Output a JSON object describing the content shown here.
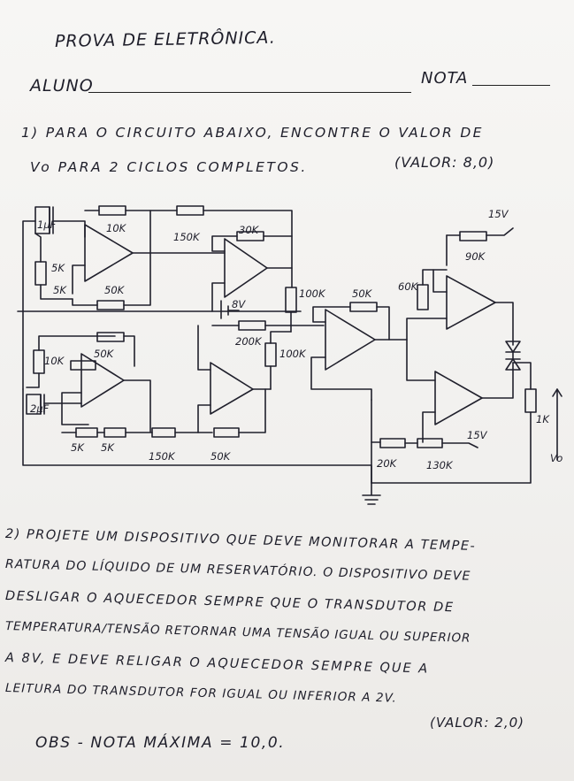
{
  "header": {
    "title": "PROVA DE ELETRÔNICA.",
    "student_label": "ALUNO",
    "grade_label": "NOTA"
  },
  "question1": {
    "line1": "1) PARA O CIRCUITO ABAIXO, ENCONTRE O VALOR DE",
    "line2": "Vo PARA 2 CICLOS COMPLETOS.",
    "value": "(VALOR: 8,0)"
  },
  "circuit": {
    "labels": {
      "c1": "1μF",
      "r_10k_top": "10K",
      "r_150k_a": "150K",
      "r_30k": "30K",
      "r_5k_a": "5K",
      "r_5k_b": "5K",
      "r_50k_a": "50K",
      "r_100k_a": "100K",
      "r_50k_b": "50K",
      "r_60k": "60K",
      "v8": "8V",
      "r_200k": "200K",
      "r_100k_b": "100K",
      "v15_top": "15V",
      "r_90k": "90K",
      "r_10k_b": "10K",
      "r_50k_c": "50K",
      "c2": "2μF",
      "r_5k_c": "5K",
      "r_5k_d": "5K",
      "r_150k_b": "150K",
      "r_50k_d": "50K",
      "r_20k": "20K",
      "r_130k": "130K",
      "v15_bot": "15V",
      "r_1k": "1K",
      "vo": "Vo"
    }
  },
  "question2": {
    "lines": [
      "2) PROJETE UM DISPOSITIVO QUE DEVE MONITORAR A TEMPE-",
      "RATURA DO LÍQUIDO DE UM RESERVATÓRIO. O DISPOSITIVO DEVE",
      "DESLIGAR O AQUECEDOR SEMPRE QUE O TRANSDUTOR DE",
      "TEMPERATURA/TENSÃO RETORNAR UMA TENSÃO IGUAL OU SUPERIOR",
      "A 8V, E DEVE RELIGAR O AQUECEDOR SEMPRE QUE A",
      "LEITURA DO TRANSDUTOR FOR IGUAL OU INFERIOR A 2V."
    ],
    "value": "(VALOR: 2,0)"
  },
  "footer": {
    "note": "OBS - NOTA MÁXIMA = 10,0."
  }
}
